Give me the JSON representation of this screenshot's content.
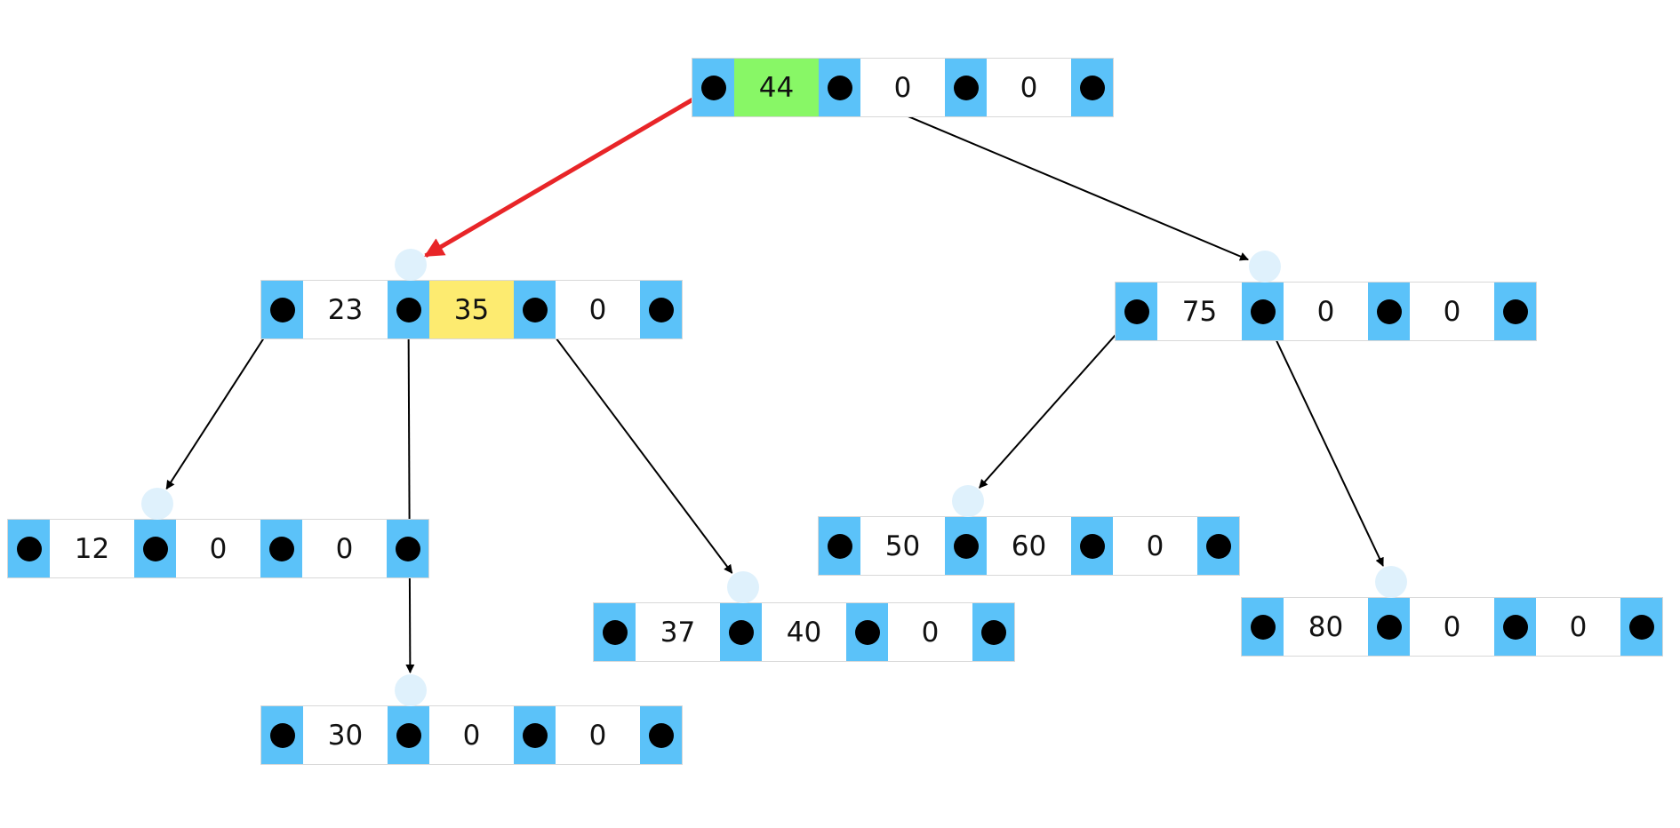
{
  "diagram": {
    "type": "b-tree-search",
    "colors": {
      "pointer_cell": "#5bc2f9",
      "current_key": "#88f766",
      "found_key": "#fdeb70",
      "active_edge": "#e82528",
      "edge": "#000000",
      "node_anchor": "#dff1fc"
    },
    "nodes": [
      {
        "id": "root",
        "keys": [
          "44",
          "0",
          "0"
        ],
        "highlight": {
          "0": "green"
        }
      },
      {
        "id": "n1",
        "keys": [
          "23",
          "35",
          "0"
        ],
        "highlight": {
          "1": "yellow"
        }
      },
      {
        "id": "n2",
        "keys": [
          "75",
          "0",
          "0"
        ],
        "highlight": {}
      },
      {
        "id": "n3",
        "keys": [
          "12",
          "0",
          "0"
        ],
        "highlight": {}
      },
      {
        "id": "n4",
        "keys": [
          "30",
          "0",
          "0"
        ],
        "highlight": {}
      },
      {
        "id": "n5",
        "keys": [
          "37",
          "40",
          "0"
        ],
        "highlight": {}
      },
      {
        "id": "n6",
        "keys": [
          "50",
          "60",
          "0"
        ],
        "highlight": {}
      },
      {
        "id": "n7",
        "keys": [
          "80",
          "0",
          "0"
        ],
        "highlight": {}
      }
    ],
    "edges": [
      {
        "from": "root",
        "ptr": 0,
        "to": "n1",
        "active": true
      },
      {
        "from": "root",
        "ptr": 1,
        "to": "n2",
        "active": false
      },
      {
        "from": "n1",
        "ptr": 0,
        "to": "n3",
        "active": false
      },
      {
        "from": "n1",
        "ptr": 1,
        "to": "n4",
        "active": false
      },
      {
        "from": "n1",
        "ptr": 2,
        "to": "n5",
        "active": false
      },
      {
        "from": "n2",
        "ptr": 0,
        "to": "n6",
        "active": false
      },
      {
        "from": "n2",
        "ptr": 1,
        "to": "n7",
        "active": false
      }
    ]
  }
}
